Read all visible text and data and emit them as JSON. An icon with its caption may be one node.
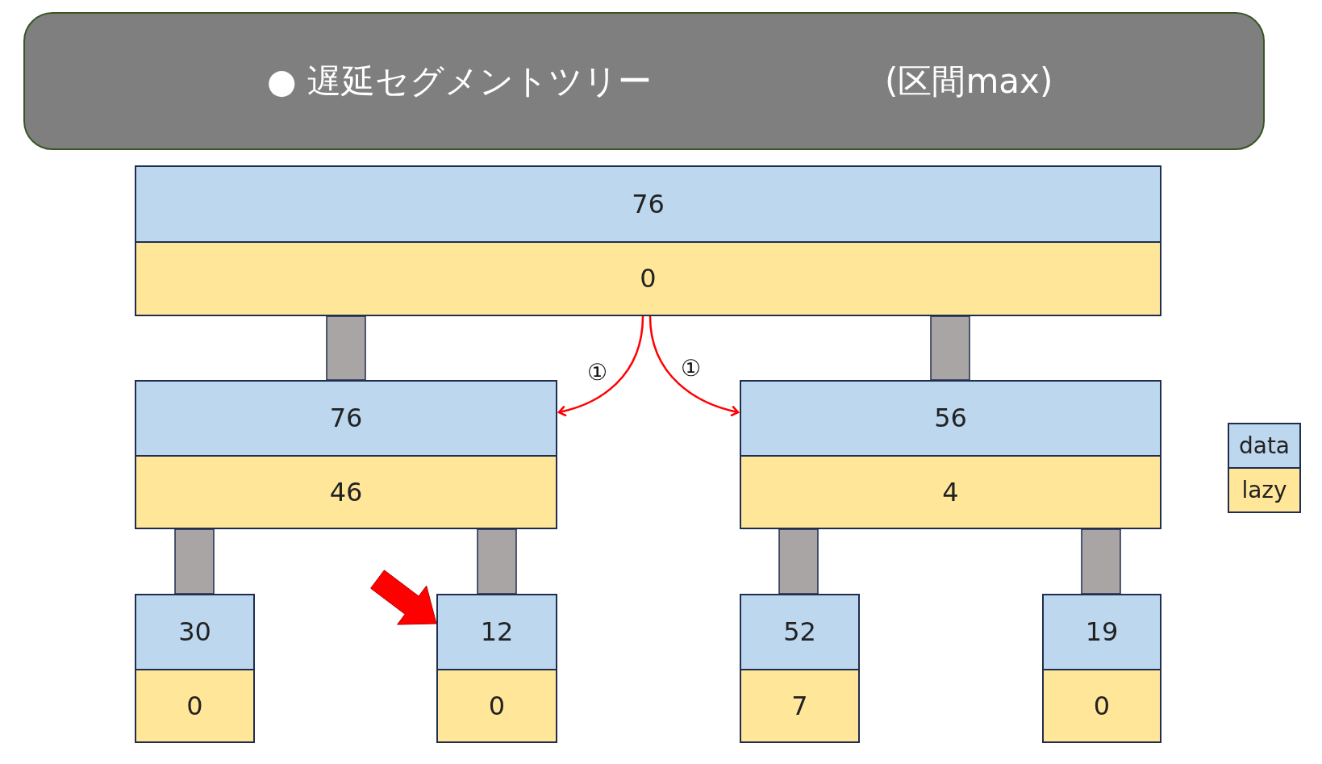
{
  "diagram": {
    "nodes": [
      {
        "text": [
          "● 遅延セグメントツリー",
          "(区間max)"
        ]
      },
      {
        "text": [
          "76",
          "0"
        ]
      },
      {
        "text": [
          "76",
          "46"
        ]
      },
      {
        "text": [
          "56",
          "4"
        ]
      },
      {
        "text": [
          "30",
          "0"
        ]
      },
      {
        "text": [
          "12",
          "0"
        ]
      },
      {
        "text": [
          "52",
          "7"
        ]
      },
      {
        "text": [
          "19",
          "0"
        ]
      }
    ],
    "edges": [
      {
        "from": 1,
        "to": 2,
        "arrow": "none"
      },
      {
        "from": 1,
        "to": 3,
        "arrow": "none"
      },
      {
        "from": 2,
        "to": 4,
        "arrow": "none"
      },
      {
        "from": 2,
        "to": 5,
        "arrow": "none"
      },
      {
        "from": 3,
        "to": 6,
        "arrow": "none"
      },
      {
        "from": 3,
        "to": 7,
        "arrow": "none"
      },
      {
        "from": 1,
        "to": 2,
        "arrow": "to",
        "label": "①",
        "color": "#ff0000"
      },
      {
        "from": 1,
        "to": 3,
        "arrow": "to",
        "label": "①",
        "color": "#ff0000"
      },
      {
        "from": null,
        "to": 5,
        "arrow": "to",
        "style": "thick",
        "color": "#ff0000"
      }
    ],
    "legend": [
      {
        "text": "data",
        "color": "#bdd7ee"
      },
      {
        "text": "lazy",
        "color": "#ffe699"
      }
    ]
  }
}
